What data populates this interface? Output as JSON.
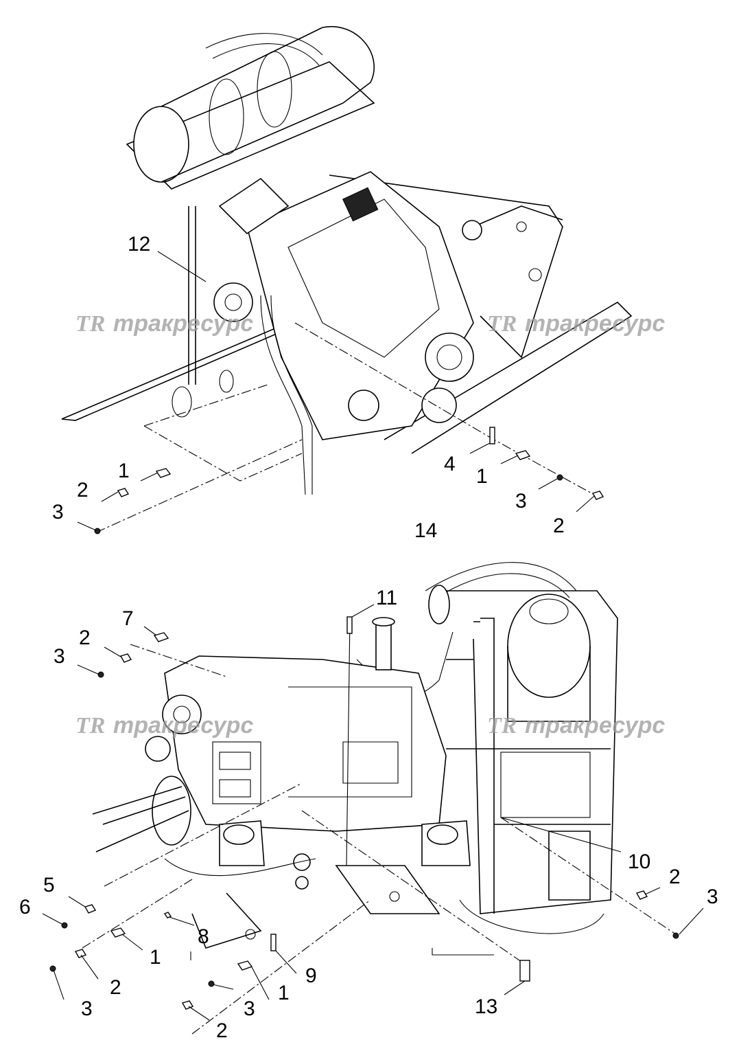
{
  "watermark": {
    "logo": "TR",
    "text": "тракресурс"
  },
  "callouts": [
    {
      "id": "c12",
      "label": "12"
    },
    {
      "id": "c1a",
      "label": "1"
    },
    {
      "id": "c2a",
      "label": "2"
    },
    {
      "id": "c3a",
      "label": "3"
    },
    {
      "id": "c4",
      "label": "4"
    },
    {
      "id": "c1b",
      "label": "1"
    },
    {
      "id": "c3b",
      "label": "3"
    },
    {
      "id": "c2b",
      "label": "2"
    },
    {
      "id": "c14",
      "label": "14"
    },
    {
      "id": "c11",
      "label": "11"
    },
    {
      "id": "c7",
      "label": "7"
    },
    {
      "id": "c2c",
      "label": "2"
    },
    {
      "id": "c3c",
      "label": "3"
    },
    {
      "id": "c10",
      "label": "10"
    },
    {
      "id": "c2d",
      "label": "2"
    },
    {
      "id": "c3d",
      "label": "3"
    },
    {
      "id": "c5",
      "label": "5"
    },
    {
      "id": "c6",
      "label": "6"
    },
    {
      "id": "c8",
      "label": "8"
    },
    {
      "id": "c1c",
      "label": "1"
    },
    {
      "id": "c2e",
      "label": "2"
    },
    {
      "id": "c3e",
      "label": "3"
    },
    {
      "id": "c9",
      "label": "9"
    },
    {
      "id": "c1d",
      "label": "1"
    },
    {
      "id": "c3f",
      "label": "3"
    },
    {
      "id": "c2f",
      "label": "2"
    },
    {
      "id": "c13",
      "label": "13"
    }
  ]
}
